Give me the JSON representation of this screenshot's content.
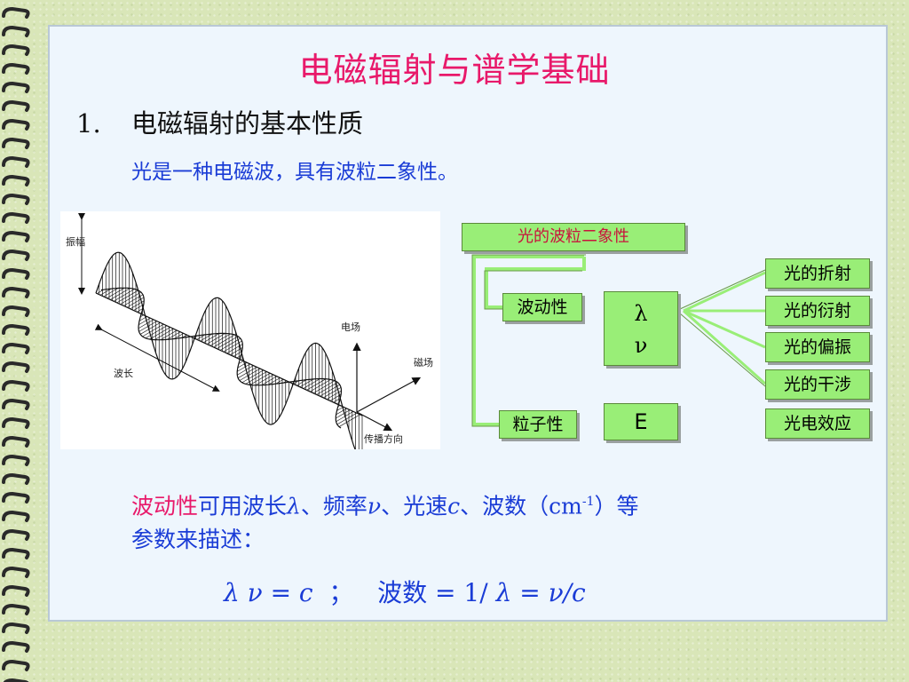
{
  "title": "电磁辐射与谱学基础",
  "section": {
    "number": "1.",
    "heading": "电磁辐射的基本性质"
  },
  "intro": "光是一种电磁波，具有波粒二象性。",
  "wave_diagram": {
    "amplitude": "振幅",
    "wavelength": "波长",
    "electric_field": "电场",
    "magnetic_field": "磁场",
    "direction": "传播方向"
  },
  "duality": {
    "title": "光的波粒二象性",
    "wave": "波动性",
    "particle": "粒子性",
    "wave_symbols": [
      "λ",
      "ν"
    ],
    "particle_symbol": "E",
    "wave_effects": [
      "光的折射",
      "光的衍射",
      "光的偏振",
      "光的干涉"
    ],
    "particle_effect": "光电效应"
  },
  "paragraph": {
    "lead": "波动性",
    "t1": "可用波长",
    "lambda": "λ",
    "t2": "、频率",
    "nu": "ν",
    "t3": "、光速",
    "c": "c",
    "t4": "、波数（cm",
    "exp": "-1",
    "t5": "）等",
    "line2": "参数来描述："
  },
  "formula": {
    "lhs": "λ ν = c",
    "sep": "  ；   ",
    "wavenumber": "波数",
    "mid": " = 1/ ",
    "lambda": "λ",
    "eq": " = ",
    "rhs": "ν/c"
  },
  "colors": {
    "title": "#e8196a",
    "text": "#1a3cd6",
    "box": "#99ee77",
    "connector": "#99ee77"
  }
}
